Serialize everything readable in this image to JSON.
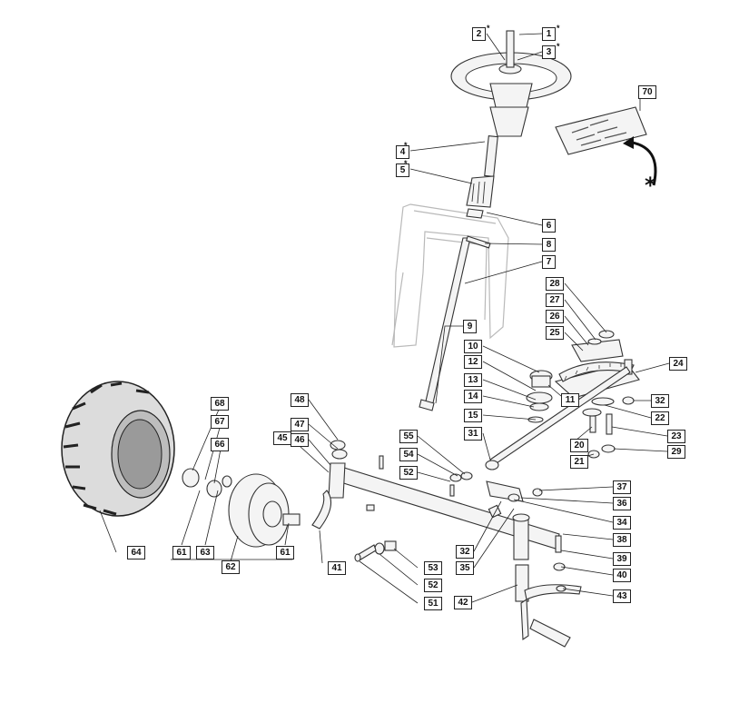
{
  "callouts": [
    {
      "id": "2",
      "text": "2",
      "star": "*"
    },
    {
      "id": "1",
      "text": "1",
      "star": "*"
    },
    {
      "id": "3",
      "text": "3",
      "star": "*"
    },
    {
      "id": "70",
      "text": "70"
    },
    {
      "id": "4",
      "text": "4",
      "star": "*"
    },
    {
      "id": "5",
      "text": "5",
      "star": "*"
    },
    {
      "id": "6",
      "text": "6"
    },
    {
      "id": "8",
      "text": "8"
    },
    {
      "id": "7",
      "text": "7"
    },
    {
      "id": "28",
      "text": "28"
    },
    {
      "id": "27",
      "text": "27"
    },
    {
      "id": "26",
      "text": "26"
    },
    {
      "id": "25",
      "text": "25"
    },
    {
      "id": "9",
      "text": "9"
    },
    {
      "id": "10",
      "text": "10"
    },
    {
      "id": "24",
      "text": "24"
    },
    {
      "id": "12",
      "text": "12"
    },
    {
      "id": "13",
      "text": "13"
    },
    {
      "id": "11",
      "text": "11"
    },
    {
      "id": "32a",
      "text": "32"
    },
    {
      "id": "14",
      "text": "14"
    },
    {
      "id": "22",
      "text": "22"
    },
    {
      "id": "15",
      "text": "15"
    },
    {
      "id": "31",
      "text": "31"
    },
    {
      "id": "20",
      "text": "20"
    },
    {
      "id": "23",
      "text": "23"
    },
    {
      "id": "29",
      "text": "29"
    },
    {
      "id": "21",
      "text": "21"
    },
    {
      "id": "68",
      "text": "68"
    },
    {
      "id": "48",
      "text": "48"
    },
    {
      "id": "67",
      "text": "67"
    },
    {
      "id": "47",
      "text": "47"
    },
    {
      "id": "45",
      "text": "45"
    },
    {
      "id": "46",
      "text": "46"
    },
    {
      "id": "66",
      "text": "66"
    },
    {
      "id": "55",
      "text": "55"
    },
    {
      "id": "54",
      "text": "54"
    },
    {
      "id": "52a",
      "text": "52"
    },
    {
      "id": "37",
      "text": "37"
    },
    {
      "id": "36",
      "text": "36"
    },
    {
      "id": "34",
      "text": "34"
    },
    {
      "id": "38",
      "text": "38"
    },
    {
      "id": "64",
      "text": "64"
    },
    {
      "id": "61a",
      "text": "61"
    },
    {
      "id": "63",
      "text": "63"
    },
    {
      "id": "61b",
      "text": "61"
    },
    {
      "id": "32b",
      "text": "32"
    },
    {
      "id": "39",
      "text": "39"
    },
    {
      "id": "62",
      "text": "62"
    },
    {
      "id": "41",
      "text": "41"
    },
    {
      "id": "53",
      "text": "53"
    },
    {
      "id": "35",
      "text": "35"
    },
    {
      "id": "40",
      "text": "40"
    },
    {
      "id": "52b",
      "text": "52"
    },
    {
      "id": "43",
      "text": "43"
    },
    {
      "id": "42",
      "text": "42"
    },
    {
      "id": "51",
      "text": "51"
    }
  ],
  "asterisk_marker": "*"
}
